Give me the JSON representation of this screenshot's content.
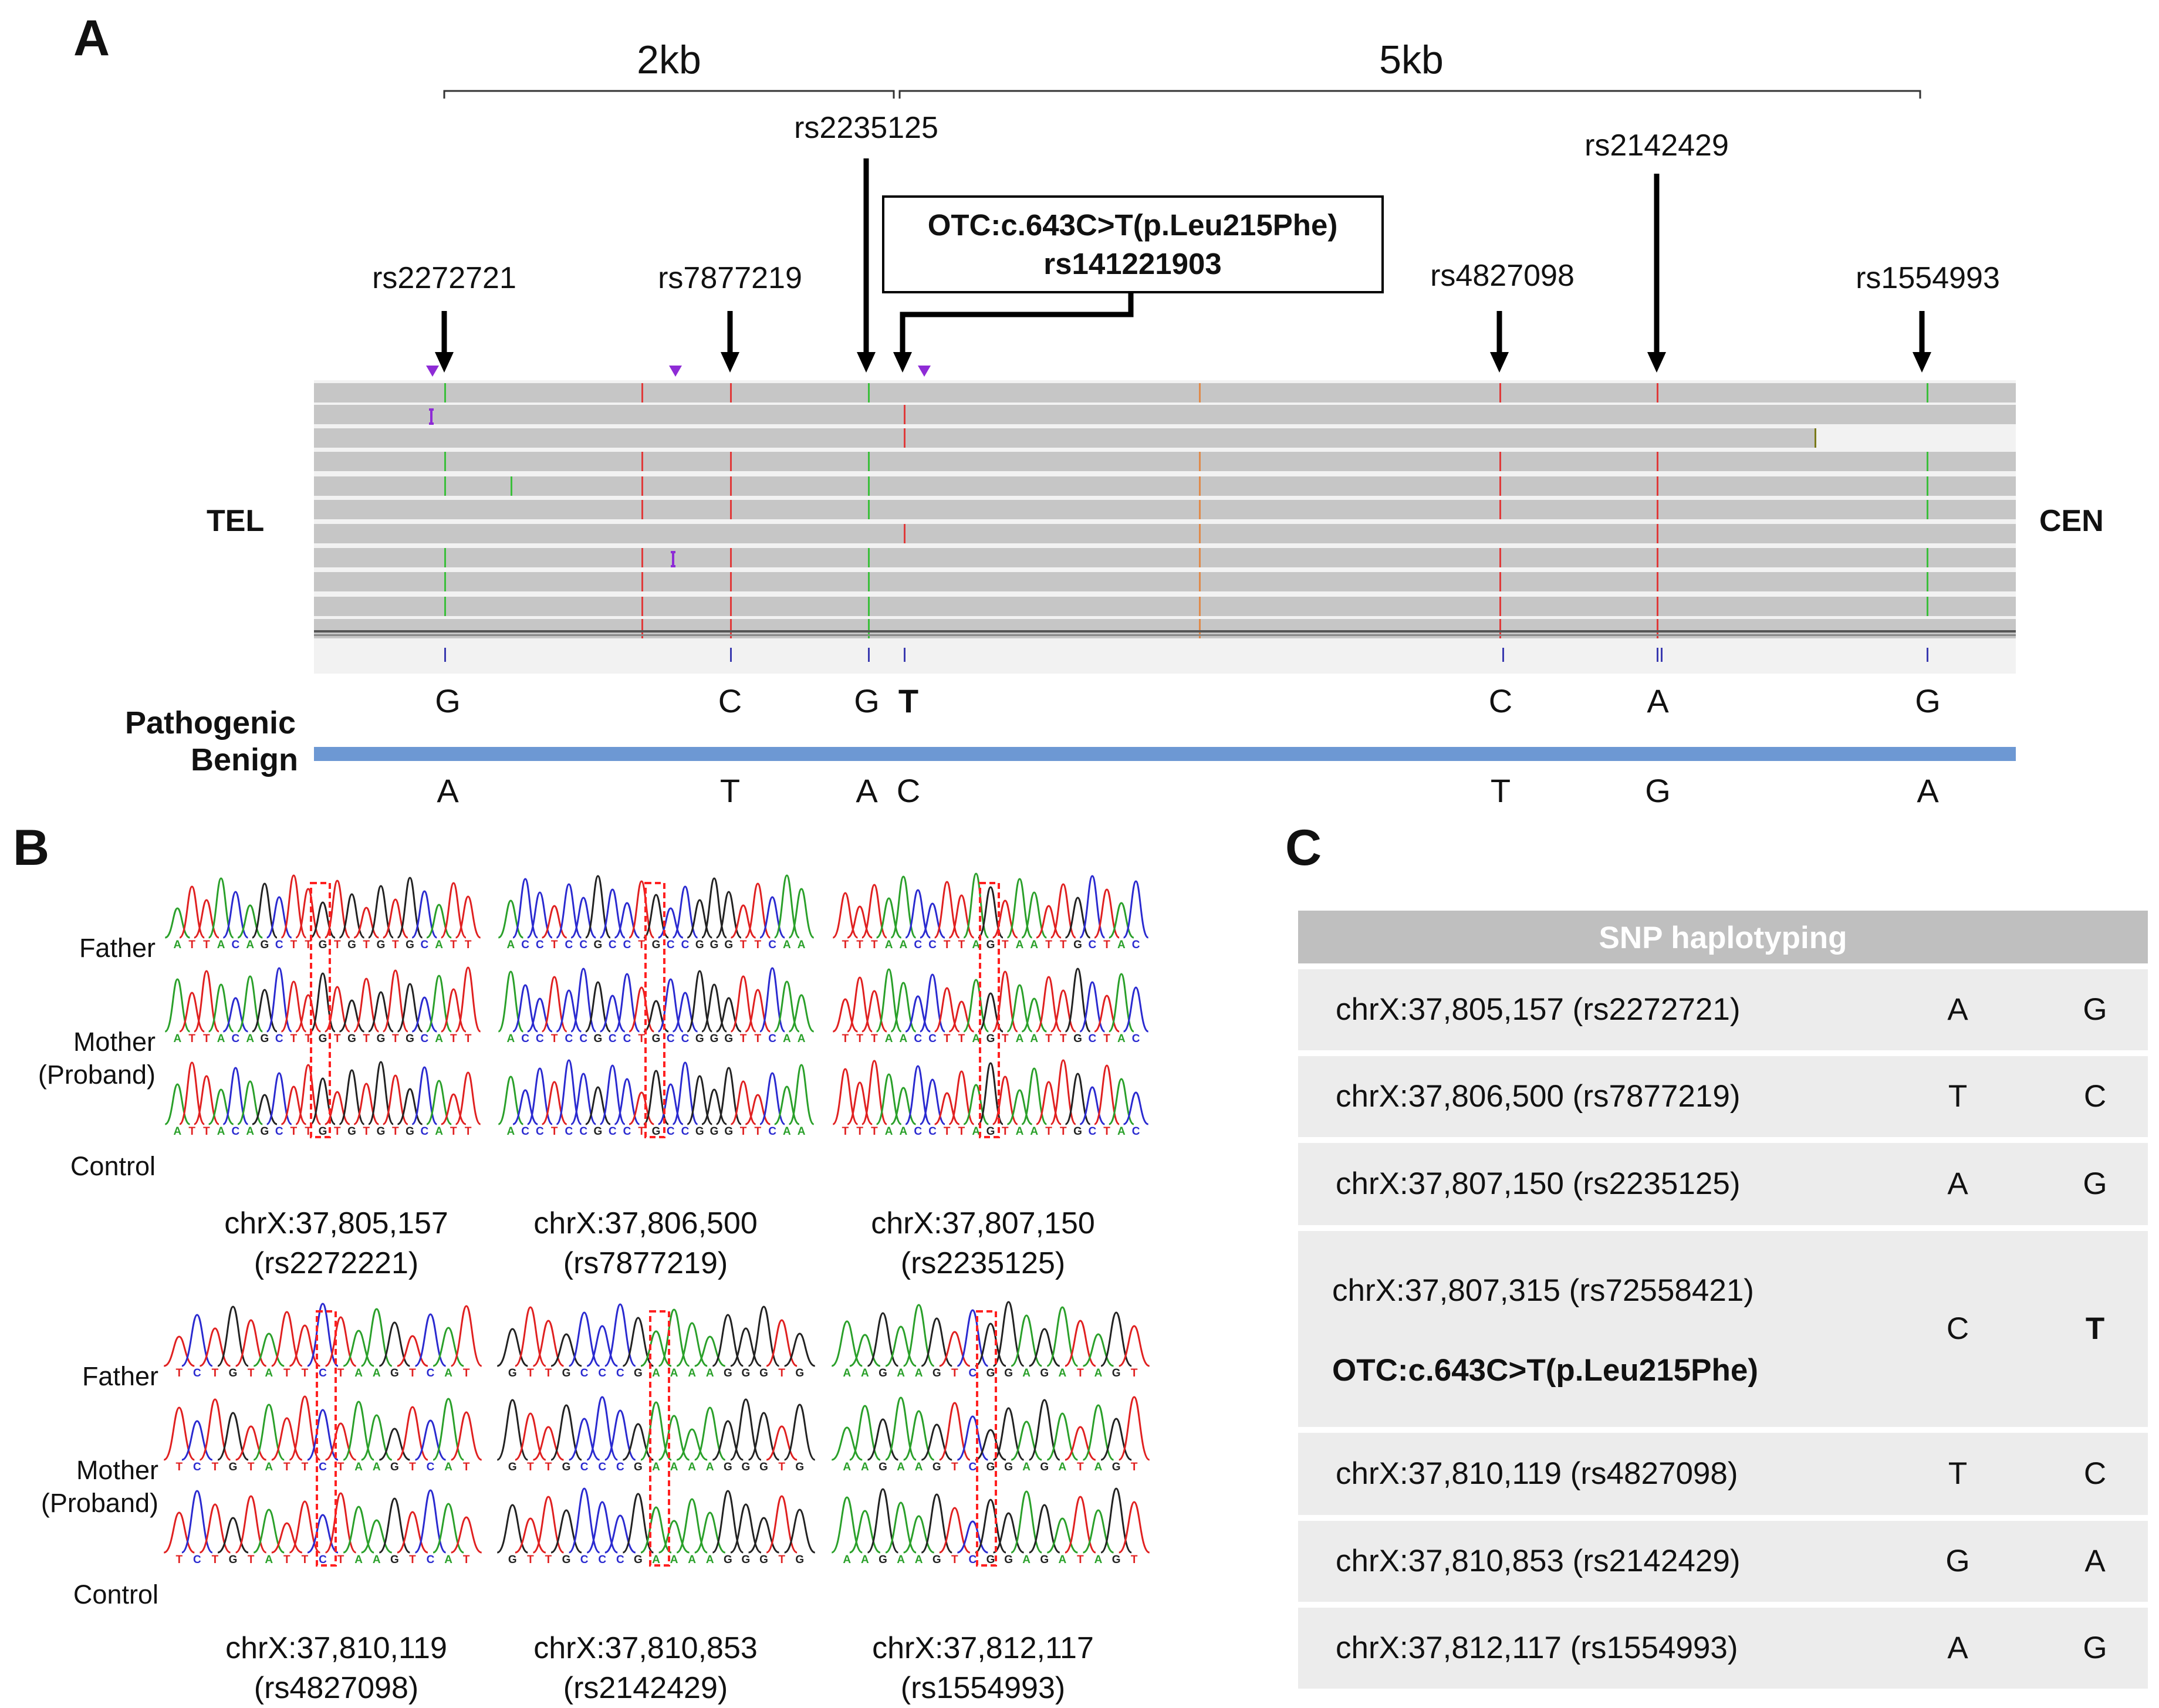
{
  "panelA": {
    "letter": "A",
    "scale_2kb": "2kb",
    "scale_5kb": "5kb",
    "side_left": "TEL",
    "side_right": "CEN",
    "variant_box_line1": "OTC:c.643C>T(p.Leu215Phe)",
    "variant_box_line2": "rs141221903",
    "snp_labels": [
      "rs2272721",
      "rs7877219",
      "rs2235125",
      "rs4827098",
      "rs2142429",
      "rs1554993"
    ],
    "label_pathogenic": "Pathogenic",
    "label_benign": "Benign",
    "pathogenic_alleles": [
      "G",
      "C",
      "G",
      "T",
      "C",
      "A",
      "G"
    ],
    "benign_alleles": [
      "A",
      "T",
      "A",
      "C",
      "T",
      "G",
      "A"
    ],
    "haplotype_bar_color": "#6d98d3"
  },
  "panelB": {
    "letter": "B",
    "row_labels": [
      "Father",
      "Mother\n(Proband)",
      "Control"
    ],
    "captions_top": [
      "chrX:37,805,157\n(rs2272221)",
      "chrX:37,806,500\n(rs7877219)",
      "chrX:37,807,150\n(rs2235125)"
    ],
    "captions_bottom": [
      "chrX:37,810,119\n(rs4827098)",
      "chrX:37,810,853\n(rs2142429)",
      "chrX:37,812,117\n(rs1554993)"
    ],
    "sequences_top": [
      "ATTACAGCTTGTGTGTGCATT",
      "ACCTCCGCCTGCCGGGTTCAA",
      "TTTAACCTTAGTAATTGCTAC"
    ],
    "sequences_bottom": [
      "TCTGTATTCTAAGTCAT",
      "GTTGCCCGAAAAGGGTG",
      "AAGAAGTCGGAGATAGT"
    ],
    "base_colors": {
      "A": "#2aa02a",
      "C": "#2a2ad0",
      "G": "#222222",
      "T": "#e02020"
    }
  },
  "panelC": {
    "letter": "C",
    "header": "SNP haplotyping",
    "rows": [
      {
        "snp": "chrX:37,805,157 (rs2272721)",
        "a1": "A",
        "a2": "G"
      },
      {
        "snp": "chrX:37,806,500 (rs7877219)",
        "a1": "T",
        "a2": "C"
      },
      {
        "snp": "chrX:37,807,150 (rs2235125)",
        "a1": "A",
        "a2": "G"
      },
      {
        "snp": "chrX:37,807,315 (rs72558421)",
        "snp2": "OTC:c.643C>T(p.Leu215Phe)",
        "a1": "C",
        "a2": "T"
      },
      {
        "snp": "chrX:37,810,119 (rs4827098)",
        "a1": "T",
        "a2": "C"
      },
      {
        "snp": "chrX:37,810,853 (rs2142429)",
        "a1": "G",
        "a2": "A"
      },
      {
        "snp": "chrX:37,812,117 (rs1554993)",
        "a1": "A",
        "a2": "G"
      }
    ]
  }
}
